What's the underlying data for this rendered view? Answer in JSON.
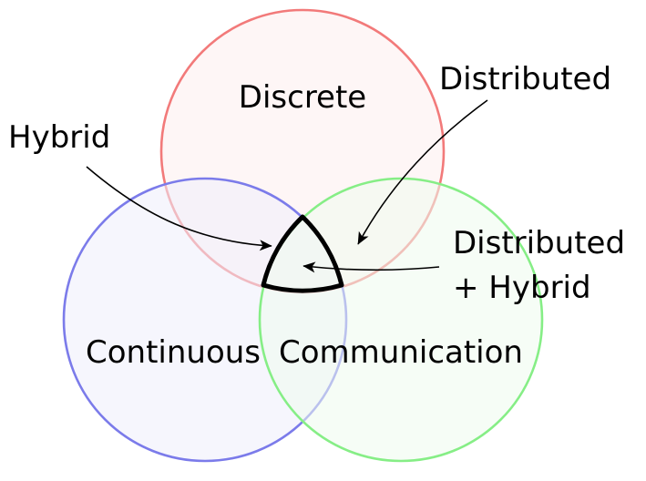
{
  "sets": {
    "discrete": {
      "label": "Discrete",
      "stroke": "#f27a7a",
      "fill": "#fdeeee"
    },
    "continuous": {
      "label": "Continuous",
      "stroke": "#7b7bea",
      "fill": "#eeeefc"
    },
    "communication": {
      "label": "Communication",
      "stroke": "#86ee86",
      "fill": "#eefcee"
    }
  },
  "callouts": {
    "hybrid": "Hybrid",
    "distributed": "Distributed",
    "distributed_hybrid_line1": "Distributed",
    "distributed_hybrid_line2": "+ Hybrid"
  }
}
